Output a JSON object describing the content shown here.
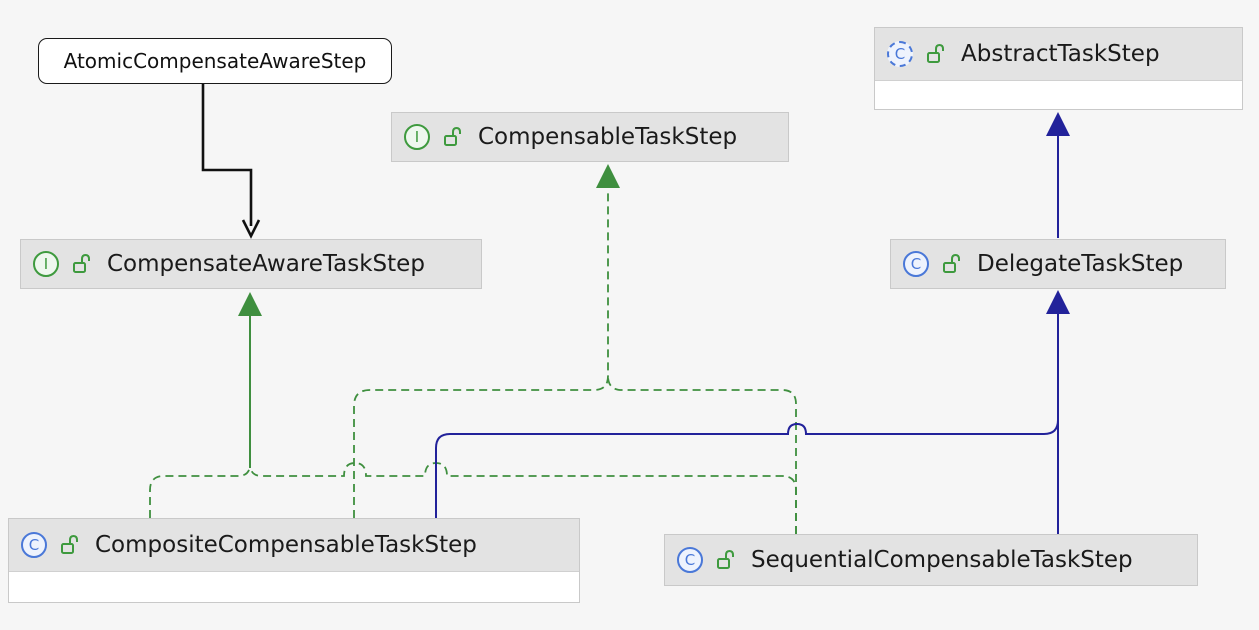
{
  "nodes": {
    "abstract_task_step": {
      "name": "AbstractTaskStep",
      "kind": "abstract-class",
      "kind_glyph": "C",
      "visibility": "public"
    },
    "compensable_task_step": {
      "name": "CompensableTaskStep",
      "kind": "interface",
      "kind_glyph": "I",
      "visibility": "public"
    },
    "compensate_aware_task_step": {
      "name": "CompensateAwareTaskStep",
      "kind": "interface",
      "kind_glyph": "I",
      "visibility": "public"
    },
    "delegate_task_step": {
      "name": "DelegateTaskStep",
      "kind": "class",
      "kind_glyph": "C",
      "visibility": "public"
    },
    "composite_compensable_task_step": {
      "name": "CompositeCompensableTaskStep",
      "kind": "class",
      "kind_glyph": "C",
      "visibility": "public"
    },
    "sequential_compensable_task_step": {
      "name": "SequentialCompensableTaskStep",
      "kind": "class",
      "kind_glyph": "C",
      "visibility": "public"
    }
  },
  "note": {
    "text": "AtomicCompensateAwareStep"
  },
  "edges": [
    {
      "from": "note",
      "to": "compensate_aware_task_step",
      "type": "note-link"
    },
    {
      "from": "composite_compensable_task_step",
      "to": "compensate_aware_task_step",
      "type": "implements"
    },
    {
      "from": "composite_compensable_task_step",
      "to": "compensable_task_step",
      "type": "implements"
    },
    {
      "from": "composite_compensable_task_step",
      "to": "delegate_task_step",
      "type": "extends"
    },
    {
      "from": "sequential_compensable_task_step",
      "to": "compensate_aware_task_step",
      "type": "implements"
    },
    {
      "from": "sequential_compensable_task_step",
      "to": "compensable_task_step",
      "type": "implements"
    },
    {
      "from": "sequential_compensable_task_step",
      "to": "delegate_task_step",
      "type": "extends"
    },
    {
      "from": "delegate_task_step",
      "to": "abstract_task_step",
      "type": "extends"
    }
  ],
  "colors": {
    "background": "#f6f6f6",
    "implements_edge": "#3f8f3f",
    "extends_edge": "#22229a",
    "note_edge": "#111111",
    "header_fill": "#e3e3e3",
    "interface_icon": "#3e9a3e",
    "class_icon": "#4a78d8",
    "lock_icon": "#3e9a3e"
  }
}
